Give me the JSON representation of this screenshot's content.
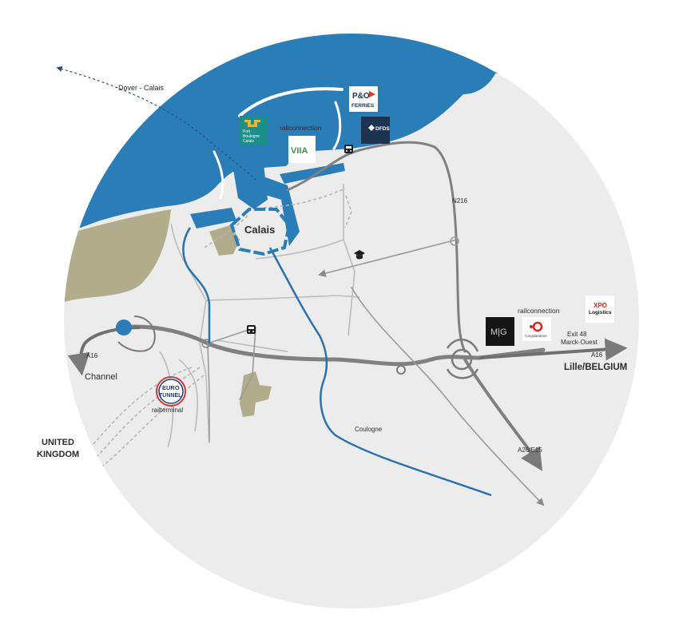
{
  "labels": {
    "dover_calais": "Dover - Calais",
    "railconnection_top": "railconnection",
    "calais": "Calais",
    "n216": "N216",
    "railconnection_right": "railconnection",
    "exit48": "Exit 48",
    "marck_ouest": "Marck-Ouest",
    "a16_right": "A16",
    "lille_belgium": "Lille/BELGIUM",
    "a16_left": "A16",
    "channel": "Channel",
    "railterminal": "railterminal",
    "united": "UNITED",
    "kingdom": "KINGDOM",
    "coulogne": "Coulogne",
    "a26_e15": "A26/E15"
  },
  "logos": {
    "po_ferries": [
      "P&O",
      "FERRIES"
    ],
    "port_boulogne_calais": [
      "Port",
      "Boulogne",
      "Calais"
    ],
    "via": "VIIA",
    "dfds": "DFDS",
    "eurotunnel": [
      "EURO",
      "TUNNEL"
    ],
    "mg": "M|G",
    "cargobeamer": "CargoBeamer",
    "xpo": [
      "XPO",
      "Logistics"
    ]
  },
  "icons": [
    "train-icon",
    "graduation-cap-icon",
    "train-icon"
  ],
  "colors": {
    "sea": "#2a7db7",
    "land": "#ececec",
    "green_area": "#b1ad8c",
    "road": "#808080",
    "rail": "#b9b9b9",
    "river": "#2a71ad"
  }
}
